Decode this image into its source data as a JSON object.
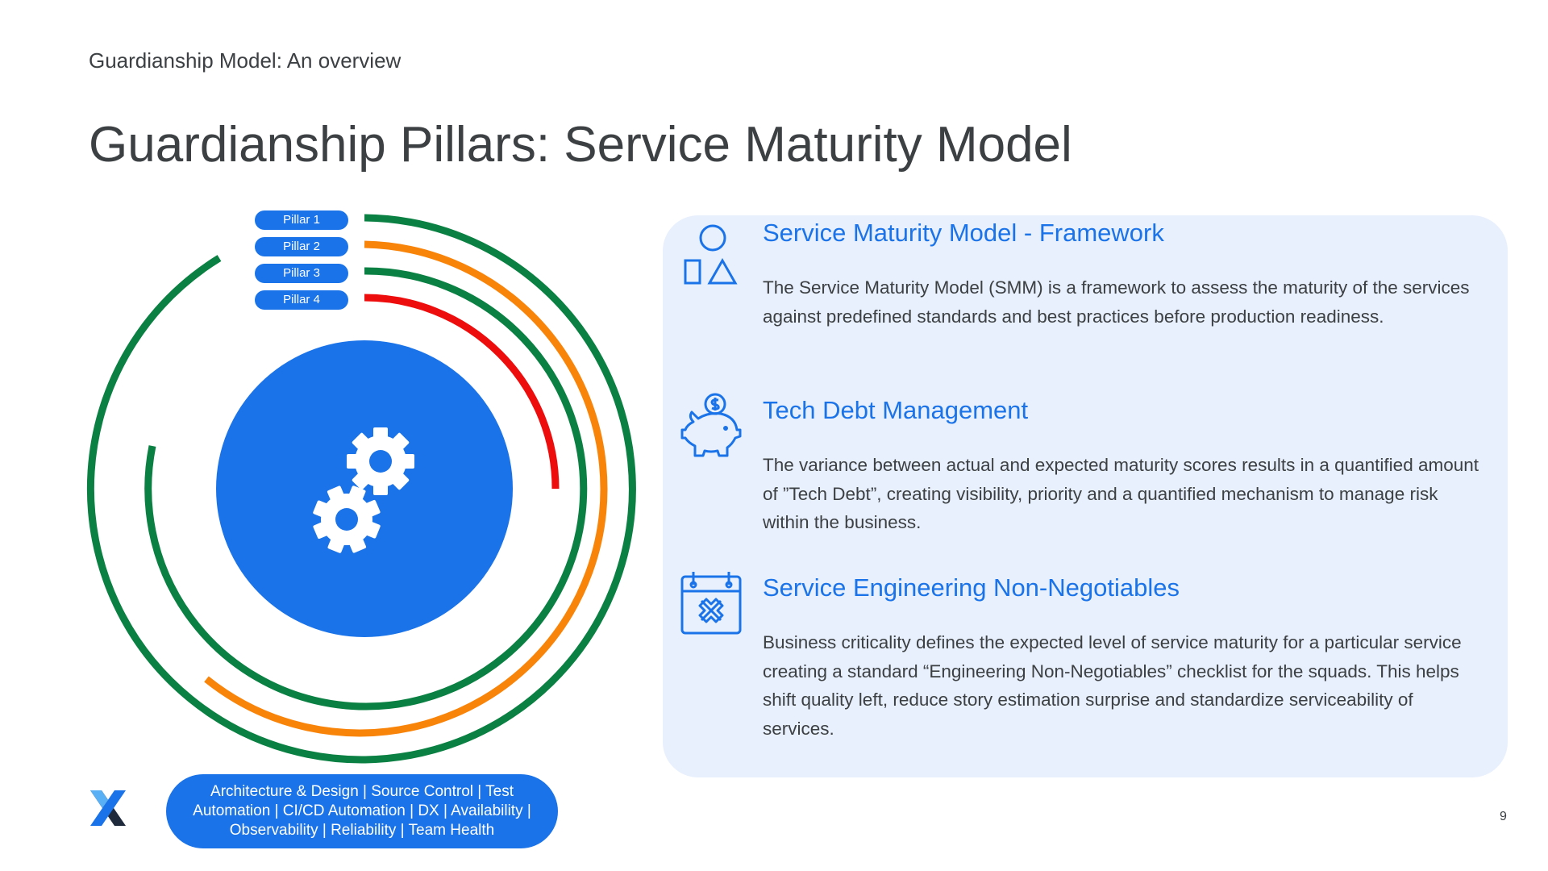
{
  "header": {
    "subtitle": "Guardianship Model: An overview",
    "title": "Guardianship Pillars: Service Maturity Model"
  },
  "diagram": {
    "pillars": [
      "Pillar 1",
      "Pillar 2",
      "Pillar 3",
      "Pillar 4"
    ],
    "ring_colors": [
      "#0b8043",
      "#f9840a",
      "#0b8043",
      "#ee0d0d"
    ],
    "core_color": "#1a73e8",
    "core_icon": "gears-icon",
    "bottom_label": "Architecture & Design | Source Control | Test Automation | CI/CD Automation | DX | Availability | Observability | Reliability | Team Health"
  },
  "sections": [
    {
      "icon": "shapes-icon",
      "heading": "Service Maturity Model - Framework",
      "body": "The Service Maturity Model (SMM) is a framework to assess the maturity of the services against predefined standards and best practices before production readiness."
    },
    {
      "icon": "piggy-bank-icon",
      "heading": "Tech Debt Management",
      "body": "The variance between actual and expected maturity scores results in a quantified amount of ”Tech Debt”, creating visibility, priority and a quantified mechanism to manage risk within the business."
    },
    {
      "icon": "calendar-x-icon",
      "heading": "Service Engineering Non-Negotiables",
      "body": "Business criticality defines the expected level of service maturity for a particular service creating a standard “Engineering Non-Negotiables” checklist for the squads. This helps shift quality left, reduce story estimation surprise and standardize serviceability of services."
    }
  ],
  "footer": {
    "page_number": "9",
    "logo": "x-logo-icon"
  }
}
